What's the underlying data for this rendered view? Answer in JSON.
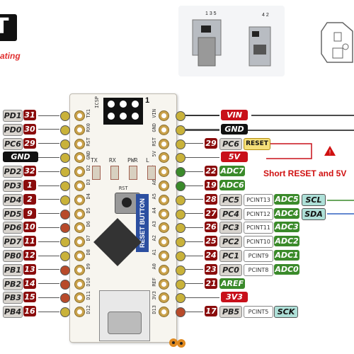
{
  "logo_text": "T",
  "tagline": "ating",
  "photo_labels": {
    "left": "1 3 5",
    "right": "4 2"
  },
  "board": {
    "icsp": "ICSP",
    "icsp_pin1": "1",
    "reset_button": "RESET BUTTON",
    "rst": "RST",
    "leds": [
      "TX",
      "RX",
      "PWR",
      "L"
    ],
    "left_header": [
      "TX1",
      "RX0",
      "RST",
      "GND",
      "D2",
      "D3",
      "D4",
      "D5",
      "D6",
      "D7",
      "D8",
      "D9",
      "D10",
      "D11",
      "D12"
    ],
    "right_header": [
      "VIN",
      "GND",
      "RST",
      "5V",
      "A7",
      "A6",
      "A5",
      "A4",
      "A3",
      "A2",
      "A1",
      "A0",
      "REF",
      "3V3",
      "D13"
    ]
  },
  "left_pins": [
    {
      "port": "PD1",
      "num": "31",
      "dot": "#c9b23a"
    },
    {
      "port": "PD0",
      "num": "30",
      "dot": "#c9b23a"
    },
    {
      "port": "PC6",
      "num": "29",
      "dot": "#c9b23a"
    },
    {
      "port": "GND",
      "num": "",
      "dot": "#c9b23a"
    },
    {
      "port": "PD2",
      "num": "32",
      "dot": "#c9b23a"
    },
    {
      "port": "PD3",
      "num": "1",
      "dot": "#c9b23a"
    },
    {
      "port": "PD4",
      "num": "2",
      "dot": "#c9b23a"
    },
    {
      "port": "PD5",
      "num": "9",
      "dot": "#b84a2a"
    },
    {
      "port": "PD6",
      "num": "10",
      "dot": "#b84a2a"
    },
    {
      "port": "PD7",
      "num": "11",
      "dot": "#c9b23a"
    },
    {
      "port": "PB0",
      "num": "12",
      "dot": "#c9b23a"
    },
    {
      "port": "PB1",
      "num": "13",
      "dot": "#b84a2a"
    },
    {
      "port": "PB2",
      "num": "14",
      "dot": "#b84a2a"
    },
    {
      "port": "PB3",
      "num": "15",
      "dot": "#b84a2a"
    },
    {
      "port": "PB4",
      "num": "16",
      "dot": "#c9b23a"
    }
  ],
  "right_pins": [
    {
      "num": "",
      "port": "VIN",
      "dot": "#c9b23a"
    },
    {
      "num": "",
      "port": "GND",
      "dot": "#c9b23a"
    },
    {
      "num": "29",
      "port": "PC6",
      "extra": "RESET",
      "dot": "#c9b23a"
    },
    {
      "num": "",
      "port": "5V",
      "dot": "#c9b23a"
    },
    {
      "num": "22",
      "port": "ADC7",
      "dot": "#3a8a2a"
    },
    {
      "num": "19",
      "port": "ADC6",
      "dot": "#3a8a2a"
    },
    {
      "num": "28",
      "port": "PC5",
      "pcint": "PCINT13",
      "adc": "ADC5",
      "comm": "SCL",
      "dot": "#c9b23a"
    },
    {
      "num": "27",
      "port": "PC4",
      "pcint": "PCINT12",
      "adc": "ADC4",
      "comm": "SDA",
      "dot": "#c9b23a"
    },
    {
      "num": "26",
      "port": "PC3",
      "pcint": "PCINT11",
      "adc": "ADC3",
      "dot": "#c9b23a"
    },
    {
      "num": "25",
      "port": "PC2",
      "pcint": "PCINT10",
      "adc": "ADC2",
      "dot": "#c9b23a"
    },
    {
      "num": "24",
      "port": "PC1",
      "pcint": "PCINT9",
      "adc": "ADC1",
      "dot": "#c9b23a"
    },
    {
      "num": "23",
      "port": "PC0",
      "pcint": "PCINT8",
      "adc": "ADC0",
      "dot": "#c9b23a"
    },
    {
      "num": "21",
      "port": "AREF",
      "dot": "#c9b23a"
    },
    {
      "num": "",
      "port": "3V3",
      "dot": "#c9b23a"
    },
    {
      "num": "17",
      "port": "PB5",
      "pcint": "PCINT5",
      "comm": "SCK",
      "dot": "#b84a2a"
    }
  ],
  "note": "Short RESET and 5V",
  "colors": {
    "red": "#c8101a",
    "darkred": "#8a0c0c",
    "green": "#3a8a2a",
    "gold": "#c9a14a"
  }
}
